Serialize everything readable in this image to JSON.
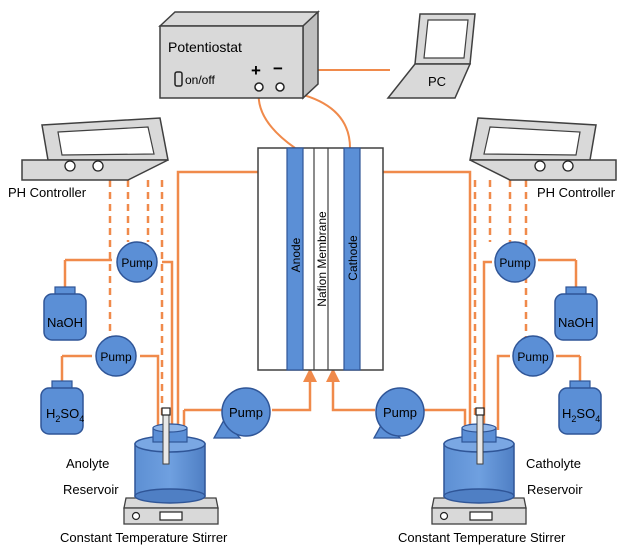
{
  "potentiostat": {
    "label": "Potentiostat",
    "switch_label": "on/off",
    "plus": "+",
    "minus": "−"
  },
  "pc": {
    "label": "PC"
  },
  "cell": {
    "anode": "Anode",
    "membrane": "Nafion Membrane",
    "cathode": "Cathode"
  },
  "left": {
    "ph_controller": "PH Controller",
    "pump_top": "Pump",
    "pump_bottom": "Pump",
    "pump_main": "Pump",
    "naoh": "NaOH",
    "acid": {
      "base": "H",
      "sub1": "2",
      "mid": "SO",
      "sub2": "4"
    },
    "reservoir_line1": "Anolyte",
    "reservoir_line2": "Reservoir",
    "stirrer": "Constant Temperature Stirrer"
  },
  "right": {
    "ph_controller": "PH Controller",
    "pump_top": "Pump",
    "pump_bottom": "Pump",
    "pump_main": "Pump",
    "naoh": "NaOH",
    "acid": {
      "base": "H",
      "sub1": "2",
      "mid": "SO",
      "sub2": "4"
    },
    "reservoir_line1": "Catholyte",
    "reservoir_line2": "Reservoir",
    "stirrer": "Constant Temperature Stirrer"
  },
  "colors": {
    "tube": "#f08a4b",
    "blue": "#5b8fd6",
    "blue_dark": "#2f5597",
    "gray": "#d9d9d9",
    "outline": "#404040"
  }
}
